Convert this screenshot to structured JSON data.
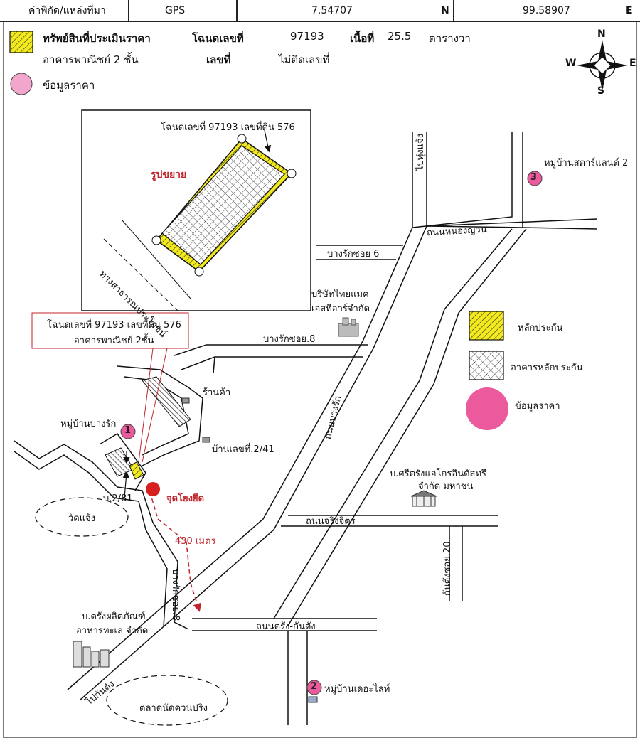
{
  "header": {
    "coord_label": "ค่าพิกัด/แหล่งที่มา",
    "source": "GPS",
    "lat": "7.54707",
    "lat_dir": "N",
    "lon": "99.58907",
    "lon_dir": "E"
  },
  "legend_top": {
    "property_label": "ทรัพย์สินที่ประเมินราคา",
    "title_deed_label": "โฉนดเลขที่",
    "title_deed_no": "97193",
    "area_label": "เนื้อที่",
    "area_value": "25.5",
    "area_unit": "ตารางวา",
    "building_type": "อาคารพาณิชย์ 2 ชั้น",
    "number_label": "เลขที่",
    "number_value": "ไม่ติดเลขที่",
    "price_info_label": "ข้อมูลราคา"
  },
  "compass": {
    "n": "N",
    "s": "S",
    "e": "E",
    "w": "W"
  },
  "inset": {
    "deed_text": "โฉนดเลขที่ 97193 เลขที่ดิน 576",
    "enlarged": "รูปขยาย",
    "public_way": "ทางสาธารณประโยชน์"
  },
  "callout": {
    "line1": "โฉนดเลขที่ 97193 เลขที่ดิน 576",
    "line2": "อาคารพาณิชย์ 2ชั้น"
  },
  "legend_right": {
    "collateral": "หลักประกัน",
    "collateral_building": "อาคารหลักประกัน",
    "price_info": "ข้อมูลราคา"
  },
  "map_labels": {
    "road_top": "ไปทุ่งแจ้ง",
    "village3": "หมู่บ้านสตาร์แลนด์ 2",
    "road_nongyuan": "ถนนหนองญวน",
    "soi6": "บางรักซอย 6",
    "company1_line1": "บริษัทไทยแมค",
    "company1_line2": "เอสทีอาร์จำกัด",
    "soi8": "บางรักซอย.8",
    "shop": "ร้านค้า",
    "bangrak_road": "ถนนบางรัก",
    "village_bangrak": "หมู่บ้านบางรัก",
    "house_no": "บ้านเลขที่.2/41",
    "company2_line1": "บ.ศรีตรังแอโกรอินดัสทรี",
    "company2_line2": "จำกัด มหาชน",
    "ref_house": "บ.2/81",
    "wat": "วัดแจ้ง",
    "checkpoint": "จุดโยงยึด",
    "distance": "430 เมตร",
    "jaringjit_road": "ถนนจริงจิตร",
    "kantang_soi20": "กันตังซอย.20",
    "bangrak_soi8_v": "บางรักซอย.8",
    "company3_line1": "บ.ตรังผลิตภัณฑ์",
    "company3_line2": "อาหารทะเล จำกัด",
    "trang_kantang_road": "ถนนตรัง-กันตัง",
    "to_kantang": "ไปกันตัง",
    "village2": "หมู่บ้านเดอะไลท์",
    "market": "ตลาดนัดควนปริง",
    "marker1": "1",
    "marker2": "2",
    "marker3": "3"
  },
  "colors": {
    "collateral_yellow": "#f2ea1c",
    "price_pink": "#ea5a9c",
    "red": "#d6201f",
    "callout_red": "#c0262c"
  }
}
